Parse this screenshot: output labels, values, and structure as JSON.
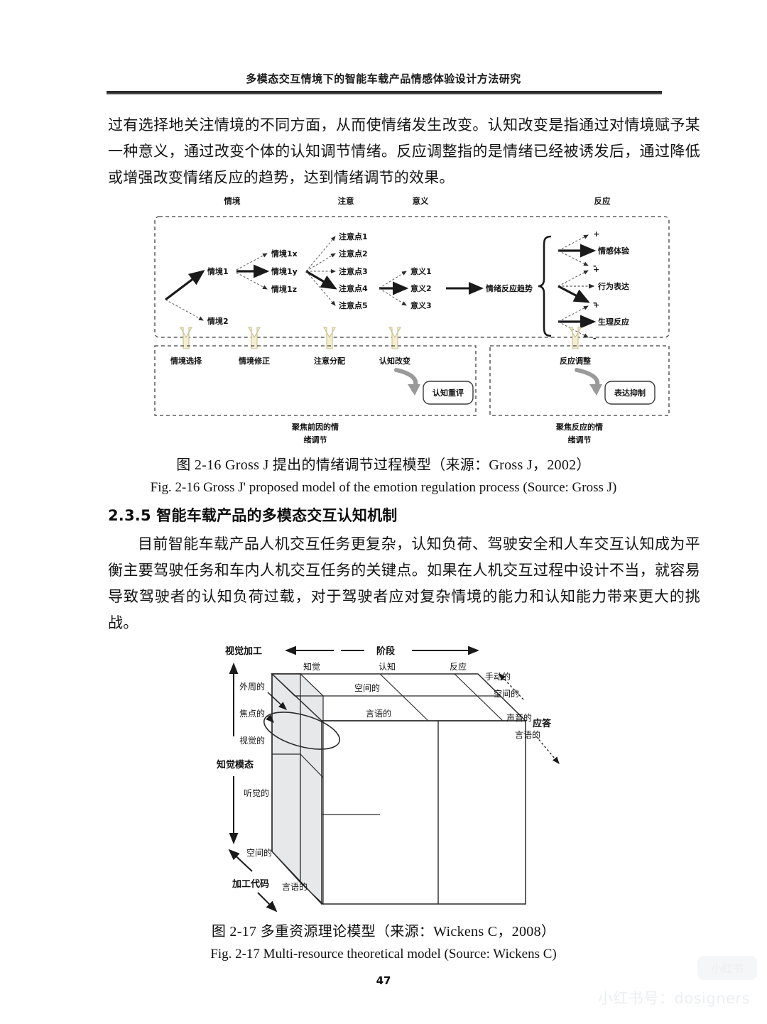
{
  "header": {
    "running_title": "多模态交互情境下的智能车载产品情感体验设计方法研究"
  },
  "body": {
    "paragraph_1": "过有选择地关注情境的不同方面，从而使情绪发生改变。认知改变是指通过对情境赋予某一种意义，通过改变个体的认知调节情绪。反应调整指的是情绪已经被诱发后，通过降低或增强改变情绪反应的趋势，达到情绪调节的效果。",
    "section_heading": "2.3.5 智能车载产品的多模态交互认知机制",
    "paragraph_2": "目前智能车载产品人机交互任务更复杂，认知负荷、驾驶安全和人车交互认知成为平衡主要驾驶任务和车内人机交互任务的关键点。如果在人机交互过程中设计不当，就容易导致驾驶者的认知负荷过载，对于驾驶者应对复杂情境的能力和认知能力带来更大的挑战。"
  },
  "figure_2_16": {
    "caption_cn": "图  2-16 Gross J 提出的情绪调节过程模型（来源：Gross J，2002）",
    "caption_en": "Fig. 2-16 Gross J' proposed model of the emotion regulation process (Source: Gross J)",
    "column_headers": [
      "情境",
      "注意",
      "意义",
      "反应"
    ],
    "situations": [
      "情境1",
      "情境2"
    ],
    "situation_variants": [
      "情境1x",
      "情境1y",
      "情境1z"
    ],
    "attention_points": [
      "注意点1",
      "注意点2",
      "注意点3",
      "注意点4",
      "注意点5"
    ],
    "meanings": [
      "意义1",
      "意义2",
      "意义3"
    ],
    "trend_label": "情绪反应趋势",
    "responses": [
      "情感体验",
      "行为表达",
      "生理反应"
    ],
    "polarity": [
      "+",
      "-"
    ],
    "strategies_antecedent": [
      "情境选择",
      "情境修正",
      "注意分配",
      "认知改变"
    ],
    "strategies_response": [
      "反应调整"
    ],
    "box_antecedent_label": "认知重评",
    "box_response_label": "表达抑制",
    "group_label_left_line1": "聚焦前因的情",
    "group_label_left_line2": "绪调节",
    "group_label_right_line1": "聚焦反应的情",
    "group_label_right_line2": "绪调节",
    "colors": {
      "arrow_up_fill": "#f4efd2",
      "arrow_up_stroke": "#c9c08c",
      "curved_arrow": "#9a9a9a",
      "dash_border": "#444444"
    }
  },
  "figure_2_17": {
    "caption_cn": "图  2-17  多重资源理论模型（来源：Wickens C，2008）",
    "caption_en": "Fig. 2-17 Multi-resource theoretical model (Source: Wickens C)",
    "axis_stage_label": "阶段",
    "axis_visual_processing": "视觉加工",
    "axis_perception_modality": "知觉模态",
    "axis_processing_code": "加工代码",
    "axis_response": "应答",
    "stages": [
      "知觉",
      "认知",
      "反应"
    ],
    "visual_levels": [
      "外周的",
      "焦点的",
      "视觉的"
    ],
    "modalities": [
      "听觉的"
    ],
    "codes_left": [
      "空间的",
      "言语的"
    ],
    "codes_top": [
      "空间的",
      "言语的"
    ],
    "response_labels": [
      "手动的",
      "空间的",
      "声音的",
      "言语的"
    ],
    "colors": {
      "face_fill": "#e6e8ea",
      "line": "#2b2b2b"
    }
  },
  "footer": {
    "page_number": "47",
    "watermark_text": "小红书号：dosigners",
    "watermark_logo": "小红书"
  }
}
